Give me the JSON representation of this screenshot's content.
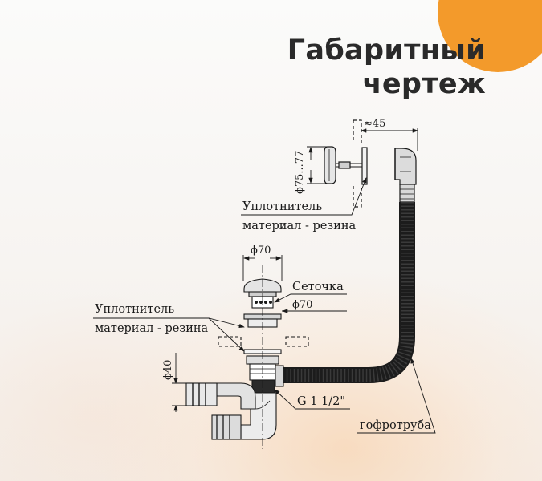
{
  "heading": {
    "line1": "Габаритный",
    "line2": "чертеж"
  },
  "colors": {
    "accent": "#f39a2b",
    "ink": "#1a1a1a",
    "hose": "#1c1c1c"
  },
  "labels": {
    "dim_45": "≈45",
    "dim_75_77": "ϕ75...77",
    "seal_top_1": "Уплотнитель",
    "seal_top_2": "материал - резина",
    "dim_70_top": "ϕ70",
    "strainer": "Сеточка",
    "dim_70_strainer": "ϕ70",
    "seal_left_1": "Уплотнитель",
    "seal_left_2": "материал - резина",
    "dim_40": "ϕ40",
    "thread": "G 1 1/2\"",
    "hose": "гофротруба"
  }
}
